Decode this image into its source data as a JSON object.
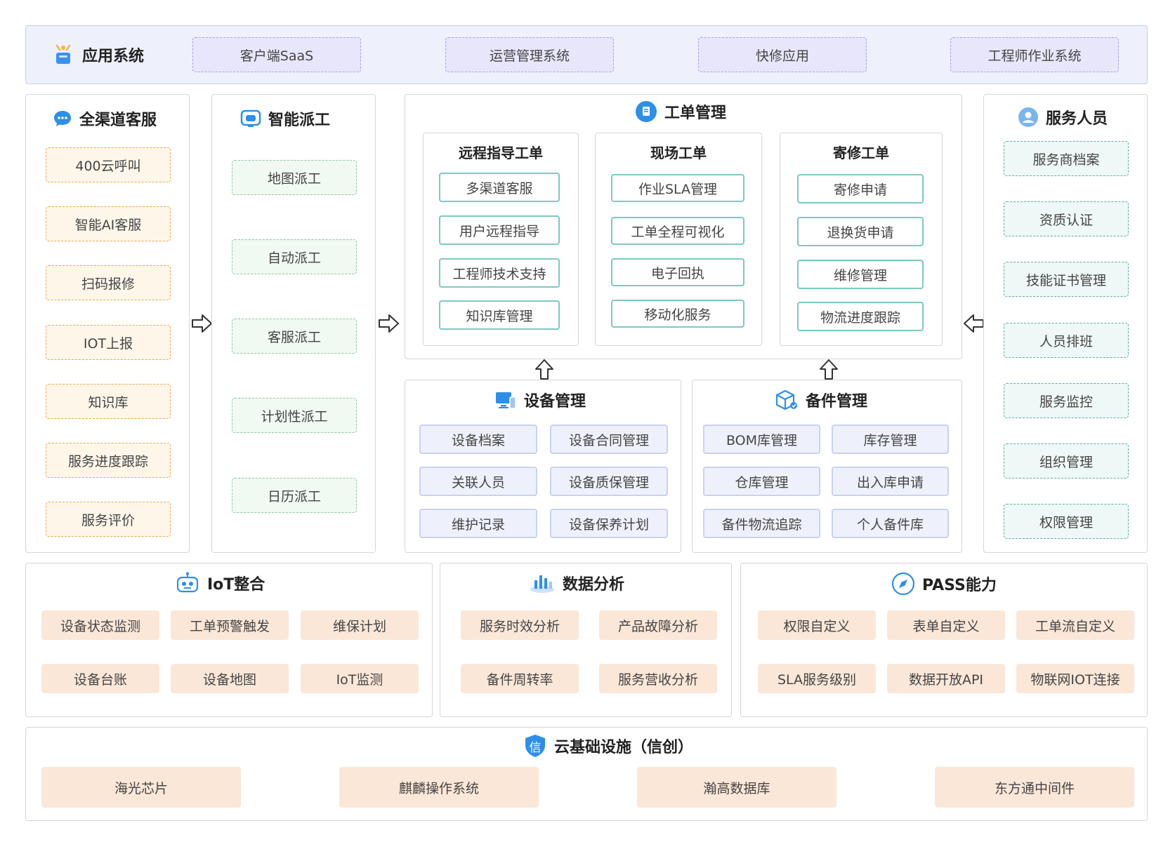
{
  "app_systems": {
    "title": "应用系统",
    "items": [
      "客户端SaaS",
      "运营管理系统",
      "快修应用",
      "工程师作业系统"
    ]
  },
  "omni_service": {
    "title": "全渠道客服",
    "items": [
      "400云呼叫",
      "智能AI客服",
      "扫码报修",
      "IOT上报",
      "知识库",
      "服务进度跟踪",
      "服务评价"
    ]
  },
  "smart_dispatch": {
    "title": "智能派工",
    "items": [
      "地图派工",
      "自动派工",
      "客服派工",
      "计划性派工",
      "日历派工"
    ]
  },
  "work_order": {
    "title": "工单管理",
    "columns": [
      {
        "title": "远程指导工单",
        "items": [
          "多渠道客服",
          "用户远程指导",
          "工程师技术支持",
          "知识库管理"
        ]
      },
      {
        "title": "现场工单",
        "items": [
          "作业SLA管理",
          "工单全程可视化",
          "电子回执",
          "移动化服务"
        ]
      },
      {
        "title": "寄修工单",
        "items": [
          "寄修申请",
          "退换货申请",
          "维修管理",
          "物流进度跟踪"
        ]
      }
    ]
  },
  "service_staff": {
    "title": "服务人员",
    "items": [
      "服务商档案",
      "资质认证",
      "技能证书管理",
      "人员排班",
      "服务监控",
      "组织管理",
      "权限管理"
    ]
  },
  "device_mgmt": {
    "title": "设备管理",
    "items": [
      "设备档案",
      "设备合同管理",
      "关联人员",
      "设备质保管理",
      "维护记录",
      "设备保养计划"
    ]
  },
  "spare_parts": {
    "title": "备件管理",
    "items": [
      "BOM库管理",
      "库存管理",
      "仓库管理",
      "出入库申请",
      "备件物流追踪",
      "个人备件库"
    ]
  },
  "iot": {
    "title": "IoT整合",
    "items": [
      "设备状态监测",
      "工单预警触发",
      "维保计划",
      "设备台账",
      "设备地图",
      "IoT监测"
    ]
  },
  "data_analysis": {
    "title": "数据分析",
    "items": [
      "服务时效分析",
      "产品故障分析",
      "备件周转率",
      "服务营收分析"
    ]
  },
  "paas": {
    "title": "PASS能力",
    "items": [
      "权限自定义",
      "表单自定义",
      "工单流自定义",
      "SLA服务级别",
      "数据开放API",
      "物联网IOT连接"
    ]
  },
  "cloud_infra": {
    "title": "云基础设施（信创）",
    "badge": "信",
    "items": [
      "海光芯片",
      "麒麟操作系统",
      "瀚高数据库",
      "东方通中间件"
    ]
  },
  "colors": {
    "accent_blue": "#2e8fe8",
    "orange_border": "#f1a552",
    "teal_border": "#5eafa4",
    "purple_border": "#a89ee6",
    "peach_fill": "#fbe7d8"
  }
}
